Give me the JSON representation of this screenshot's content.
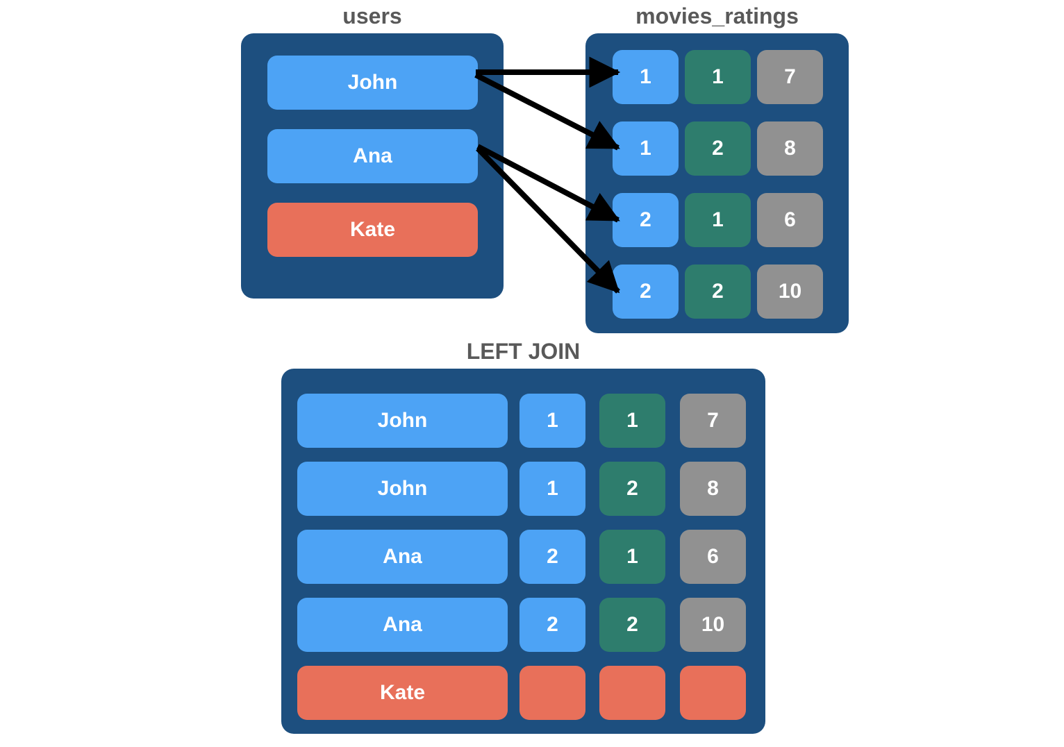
{
  "diagram": {
    "join_label": "LEFT JOIN",
    "colors": {
      "panel": "#1d4f7f",
      "blue": "#4da3f5",
      "teal": "#2e7d6d",
      "gray": "#919191",
      "salmon": "#e8705a",
      "title_text": "#595959",
      "cell_text": "#ffffff",
      "arrow": "#000000",
      "background": "#ffffff"
    }
  },
  "users_table": {
    "title": "users",
    "rows": [
      {
        "name": "John",
        "color": "blue"
      },
      {
        "name": "Ana",
        "color": "blue"
      },
      {
        "name": "Kate",
        "color": "salmon"
      }
    ]
  },
  "movies_ratings_table": {
    "title": "movies_ratings",
    "rows": [
      {
        "user_id": "1",
        "movie_id": "1",
        "rating": "7"
      },
      {
        "user_id": "1",
        "movie_id": "2",
        "rating": "8"
      },
      {
        "user_id": "2",
        "movie_id": "1",
        "rating": "6"
      },
      {
        "user_id": "2",
        "movie_id": "2",
        "rating": "10"
      }
    ]
  },
  "result_table": {
    "title": "LEFT JOIN",
    "rows": [
      {
        "name": "John",
        "user_id": "1",
        "movie_id": "1",
        "rating": "7",
        "color": "blue"
      },
      {
        "name": "John",
        "user_id": "1",
        "movie_id": "2",
        "rating": "8",
        "color": "blue"
      },
      {
        "name": "Ana",
        "user_id": "2",
        "movie_id": "1",
        "rating": "6",
        "color": "blue"
      },
      {
        "name": "Ana",
        "user_id": "2",
        "movie_id": "2",
        "rating": "10",
        "color": "blue"
      },
      {
        "name": "Kate",
        "user_id": "",
        "movie_id": "",
        "rating": "",
        "color": "salmon"
      }
    ]
  },
  "arrows": [
    {
      "from": "John",
      "to_row": 1
    },
    {
      "from": "John",
      "to_row": 2
    },
    {
      "from": "Ana",
      "to_row": 3
    },
    {
      "from": "Ana",
      "to_row": 4
    }
  ]
}
